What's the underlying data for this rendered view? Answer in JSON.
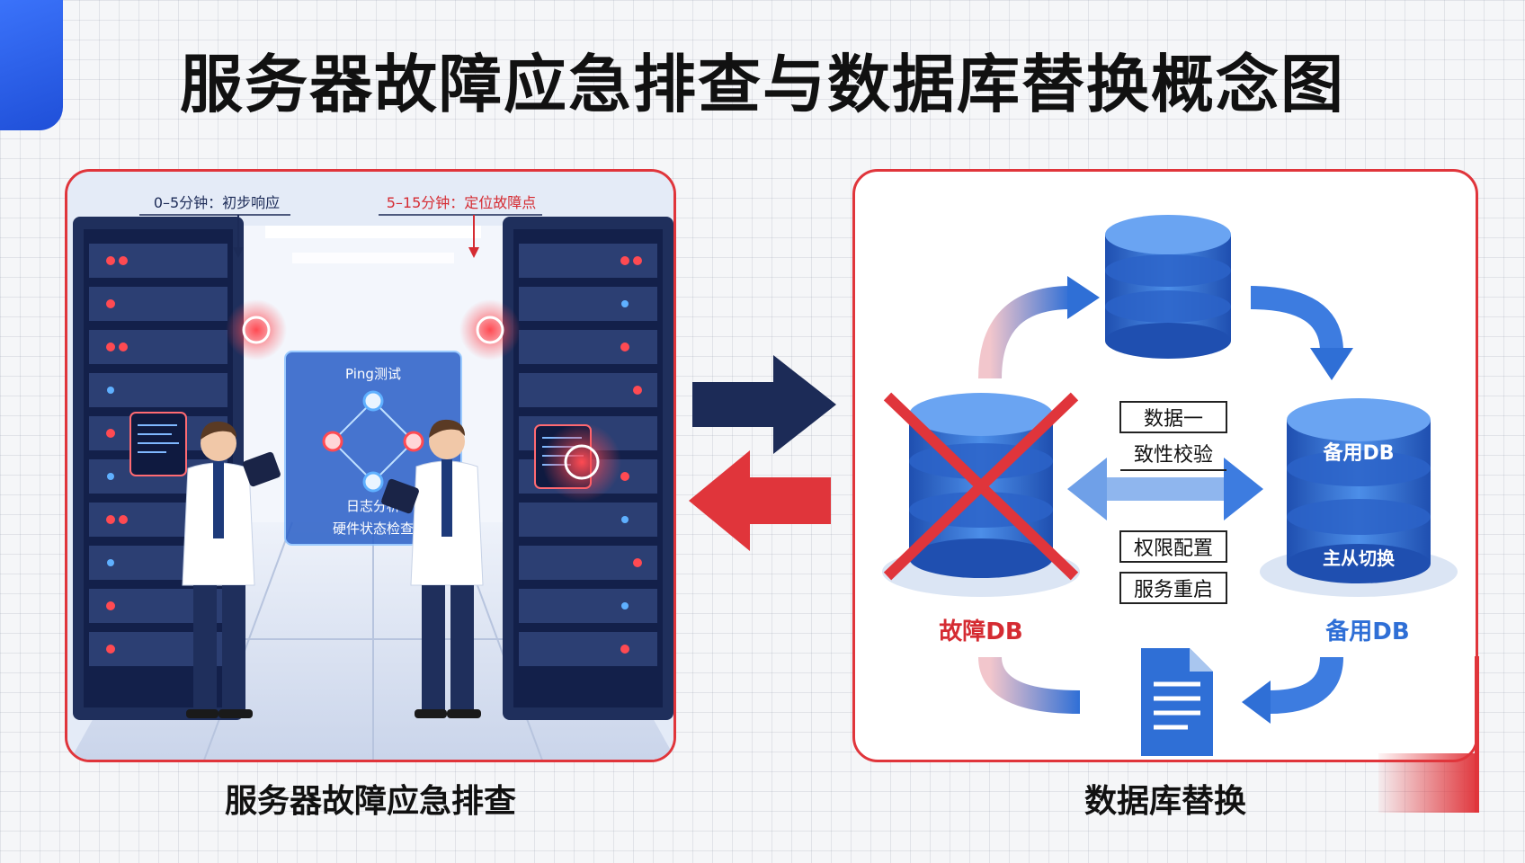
{
  "title": "服务器故障应急排查与数据库替换概念图",
  "left_panel": {
    "caption": "服务器故障应急排查",
    "phase1": "0–5分钟：初步响应",
    "phase2": "5–15分钟：定位故障点",
    "board": {
      "ping": "Ping测试",
      "log": "日志分析",
      "hardware": "硬件状态检查"
    }
  },
  "right_panel": {
    "caption": "数据库替换",
    "faulty_db": "故障DB",
    "backup_db_label": "备用DB",
    "backup_db_badge": "备用DB",
    "master_slave": "主从切换",
    "steps": [
      "数据一",
      "致性校验",
      "权限配置",
      "服务重启"
    ]
  },
  "colors": {
    "accent_red": "#e0353b",
    "accent_blue": "#2f6fd6",
    "navy": "#1c2b57"
  }
}
